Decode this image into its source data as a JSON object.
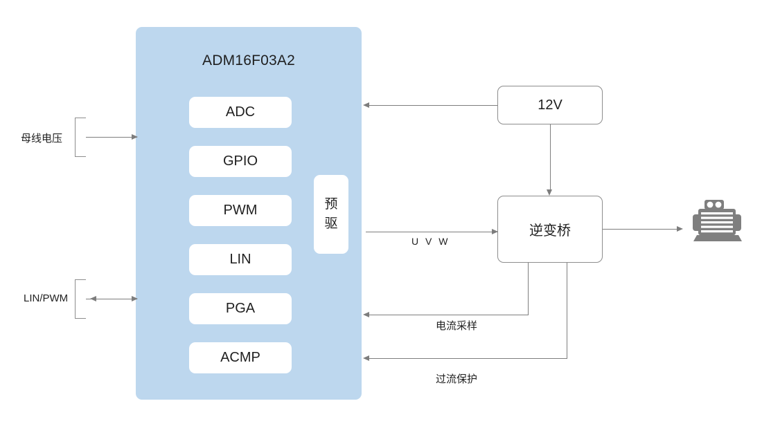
{
  "diagram": {
    "title": "ADM16F03A2 motor control block diagram",
    "colors": {
      "mcu_panel": "#bdd7ee",
      "block_fill": "#ffffff",
      "line": "#7d7d7d",
      "border": "#8c8c8c",
      "motor": "#7f7f7f",
      "text": "#1f1f1f"
    }
  },
  "mcu": {
    "title": "ADM16F03A2",
    "peripherals": [
      {
        "label": "ADC"
      },
      {
        "label": "GPIO"
      },
      {
        "label": "PWM"
      },
      {
        "label": "LIN"
      },
      {
        "label": "PGA"
      },
      {
        "label": "ACMP"
      }
    ],
    "predriver": {
      "line1": "预",
      "line2": "驱"
    }
  },
  "inputs": [
    {
      "label": "母线电压",
      "direction": "in"
    },
    {
      "label": "LIN/PWM",
      "direction": "bidirectional"
    }
  ],
  "power": {
    "label": "12V"
  },
  "power_stage": {
    "label": "逆变桥"
  },
  "signals": {
    "phase_output": "U V W",
    "current_sense": "电流采样",
    "overcurrent": "过流保护"
  },
  "load": {
    "icon": "motor-icon",
    "label": ""
  }
}
